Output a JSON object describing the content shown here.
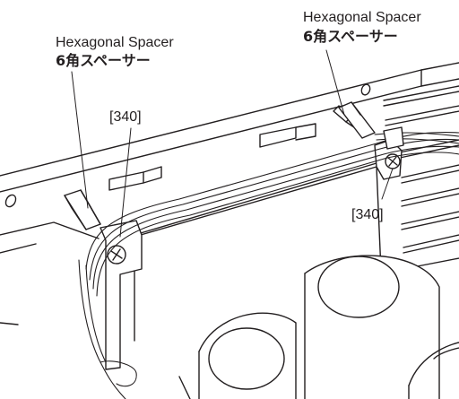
{
  "callouts": {
    "left_spacer": {
      "en": "Hexagonal Spacer",
      "jp": "6角スペーサー"
    },
    "right_spacer": {
      "en": "Hexagonal Spacer",
      "jp": "6角スペーサー"
    },
    "screw_left": "[340]",
    "screw_right": "[340]"
  },
  "colors": {
    "line": "#231f20",
    "background": "#ffffff"
  }
}
